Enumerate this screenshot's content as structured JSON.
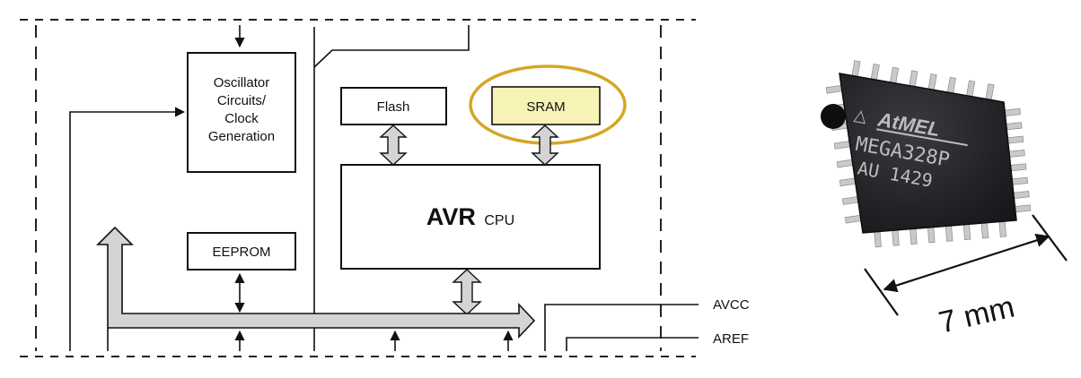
{
  "diagram": {
    "blocks": {
      "oscillator": {
        "lines": [
          "Oscillator",
          "Circuits/",
          "Clock",
          "Generation"
        ]
      },
      "flash": {
        "label": "Flash"
      },
      "sram": {
        "label": "SRAM",
        "highlight_fill": "#f7f3b4",
        "highlight_stroke": "#d6a624"
      },
      "avr_cpu": {
        "label": "AVR",
        "suffix": "CPU"
      },
      "eeprom": {
        "label": "EEPROM"
      }
    },
    "pins": {
      "avcc": "AVCC",
      "aref": "AREF"
    },
    "colors": {
      "bus_fill": "#d4d4d4",
      "line": "#111111"
    }
  },
  "chip_photo": {
    "marking": {
      "brand": "AtMEL",
      "part": "MEGA328P",
      "code": "AU 1429"
    },
    "dimension_label": "7 mm",
    "colors": {
      "body": "#26262a",
      "pins": "#c9c9c9"
    }
  }
}
